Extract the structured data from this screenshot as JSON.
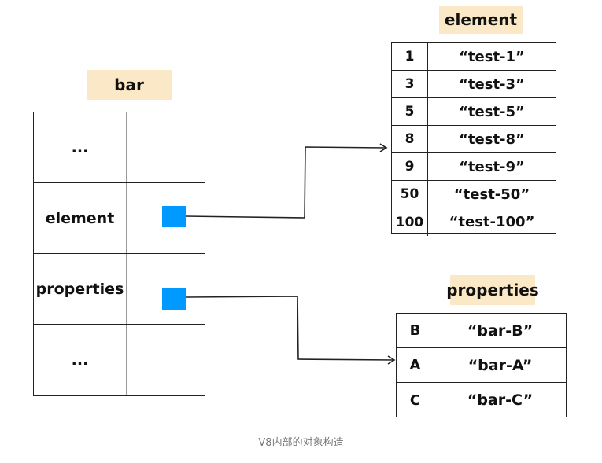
{
  "bar": {
    "title": "bar",
    "rows": [
      {
        "key": "...",
        "has_pointer": false
      },
      {
        "key": "element",
        "has_pointer": true
      },
      {
        "key": "properties",
        "has_pointer": true
      },
      {
        "key": "...",
        "has_pointer": false
      }
    ]
  },
  "element": {
    "title": "element",
    "rows": [
      {
        "index": "1",
        "value": "“test-1”"
      },
      {
        "index": "3",
        "value": "“test-3”"
      },
      {
        "index": "5",
        "value": "“test-5”"
      },
      {
        "index": "8",
        "value": "“test-8”"
      },
      {
        "index": "9",
        "value": "“test-9”"
      },
      {
        "index": "50",
        "value": "“test-50”"
      },
      {
        "index": "100",
        "value": "“test-100”"
      }
    ]
  },
  "properties": {
    "title": "properties",
    "rows": [
      {
        "key": "B",
        "value": "“bar-B”"
      },
      {
        "key": "A",
        "value": "“bar-A”"
      },
      {
        "key": "C",
        "value": "“bar-C”"
      }
    ]
  },
  "caption": "V8内部的对象构造",
  "colors": {
    "label_bg": "#fbe8c6",
    "pointer": "#0099ff"
  }
}
